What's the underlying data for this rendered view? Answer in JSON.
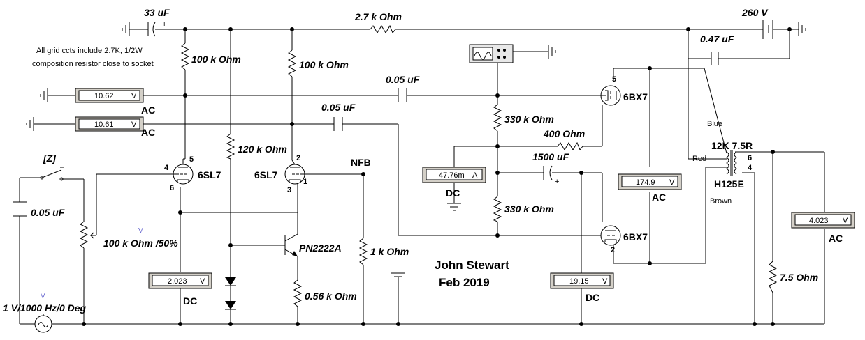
{
  "notes": {
    "grid_note_line1": "All grid ccts include 2.7K, 1/2W",
    "grid_note_line2": "composition resistor close to socket",
    "author": "John Stewart",
    "date": "Feb 2019"
  },
  "components": {
    "c_input": "33 uF",
    "r_top": "2.7 k Ohm",
    "battery": "260 V",
    "c_047": "0.47 uF",
    "r_100k_a": "100 k Ohm",
    "r_100k_b": "100 k Ohm",
    "c_005_a": "0.05 uF",
    "c_005_b": "0.05 uF",
    "c_005_c": "0.05 uF",
    "r_330k_a": "330 k Ohm",
    "r_330k_b": "330 k Ohm",
    "r_400": "400  Ohm",
    "c_1500": "1500 uF",
    "r_120k": "120 k Ohm",
    "pot": "100 k Ohm /50%",
    "r_1k": "1 k Ohm",
    "r_056k": "0.56 k Ohm",
    "r_75": "7.5  Ohm",
    "source": "1 V/1000 Hz/0 Deg",
    "tube_6sl7_a": "6SL7",
    "tube_6sl7_b": "6SL7",
    "tube_6bx7_a": "6BX7",
    "tube_6bx7_b": "6BX7",
    "transistor": "PN2222A",
    "transformer": "H125E",
    "xfmr_ratio": "12K  7.5R",
    "switch_key": "[Z]",
    "nfb": "NFB"
  },
  "meters": {
    "m1": {
      "value": "10.62",
      "unit": "V",
      "mode": "AC"
    },
    "m2": {
      "value": "10.61",
      "unit": "V",
      "mode": "AC"
    },
    "m3": {
      "value": "47.76m",
      "unit": "A",
      "mode": "DC"
    },
    "m4": {
      "value": "174.9",
      "unit": "V",
      "mode": "AC"
    },
    "m5": {
      "value": "4.023",
      "unit": "V",
      "mode": "AC"
    },
    "m6": {
      "value": "2.023",
      "unit": "V",
      "mode": "DC"
    },
    "m7": {
      "value": "19.15",
      "unit": "V",
      "mode": "DC"
    }
  },
  "wires": {
    "blue": "Blue",
    "red": "Red",
    "brown": "Brown"
  },
  "pins": {
    "p5a": "5",
    "p4a": "4",
    "p6a": "6",
    "p2b": "2",
    "p1b": "1",
    "p3b": "3",
    "p5c": "5",
    "p2d": "2",
    "x6": "6",
    "x4": "4"
  },
  "marks": {
    "v1": "V",
    "v2": "V"
  }
}
